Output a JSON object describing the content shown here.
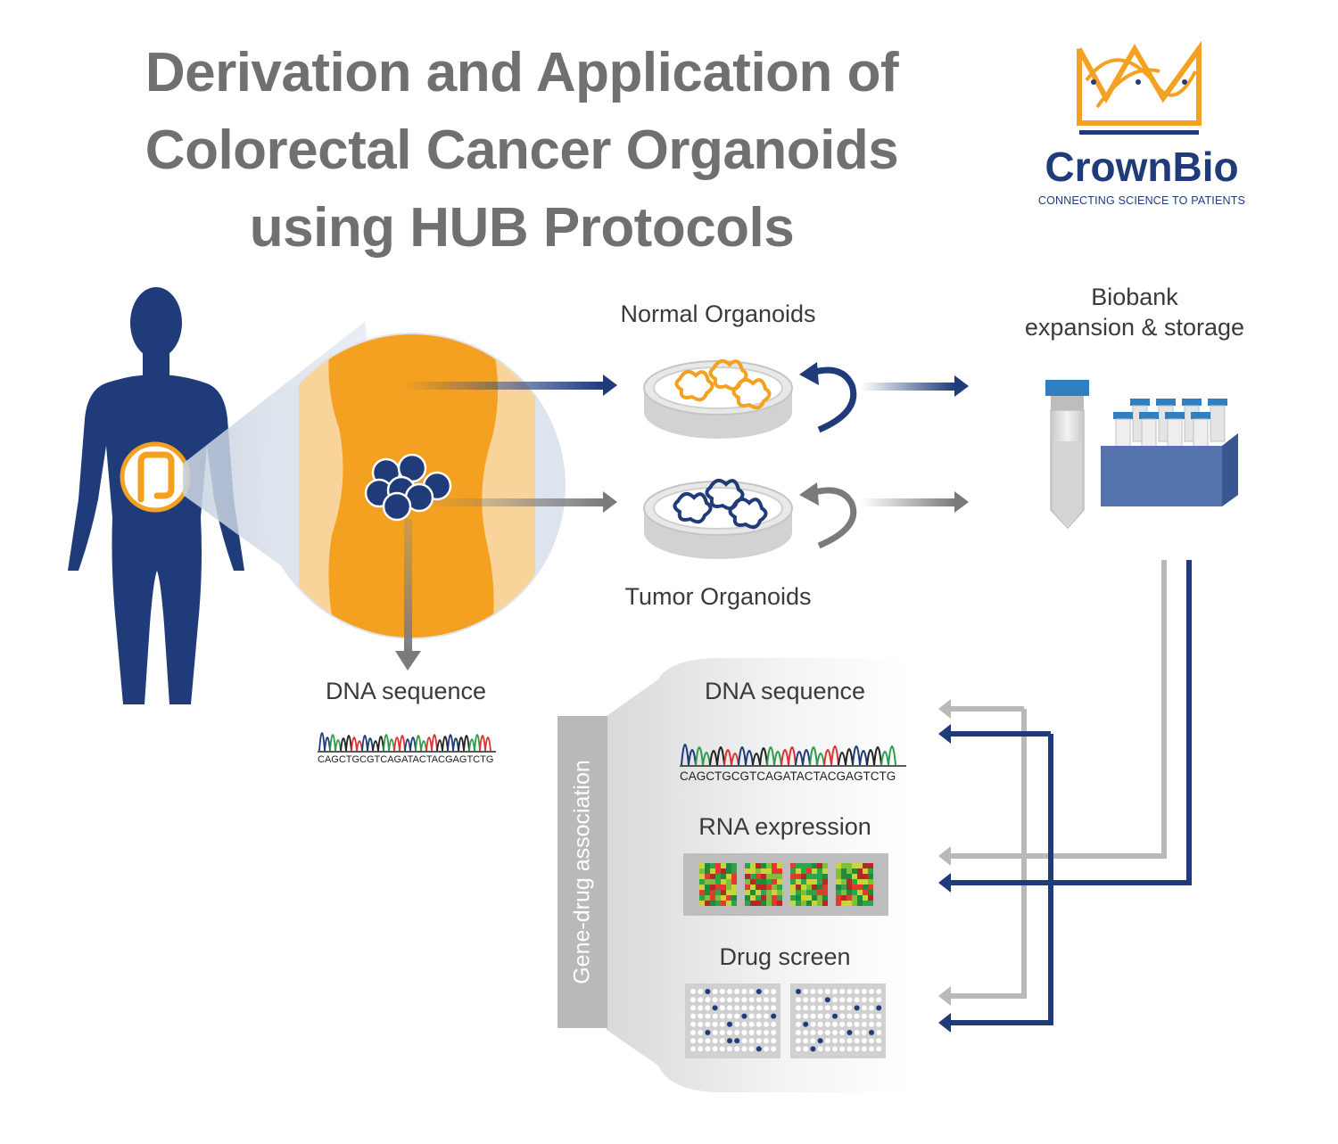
{
  "title": {
    "line1": "Derivation and Application of",
    "line2": "Colorectal Cancer Organoids",
    "line3": "using HUB Protocols"
  },
  "logo": {
    "name": "CrownBio",
    "tagline": "CONNECTING SCIENCE TO PATIENTS"
  },
  "labels": {
    "normal_organoids": "Normal Organoids",
    "tumor_organoids": "Tumor Organoids",
    "biobank_line1": "Biobank",
    "biobank_line2": "expansion & storage",
    "dna_sequence_left": "DNA sequence",
    "dna_sequence_right": "DNA sequence",
    "rna_expression": "RNA expression",
    "drug_screen": "Drug screen",
    "gene_drug": "Gene-drug association"
  },
  "sequences": {
    "left": "CAGCTGCGTCAGATACTACGAGTCTG",
    "right": "CAGCTGCGTCAGATACTACGAGTCTG"
  },
  "colors": {
    "navy": "#1f3b7a",
    "orange": "#f4a020",
    "gray": "#b9b9b9",
    "title_gray": "#707070"
  }
}
